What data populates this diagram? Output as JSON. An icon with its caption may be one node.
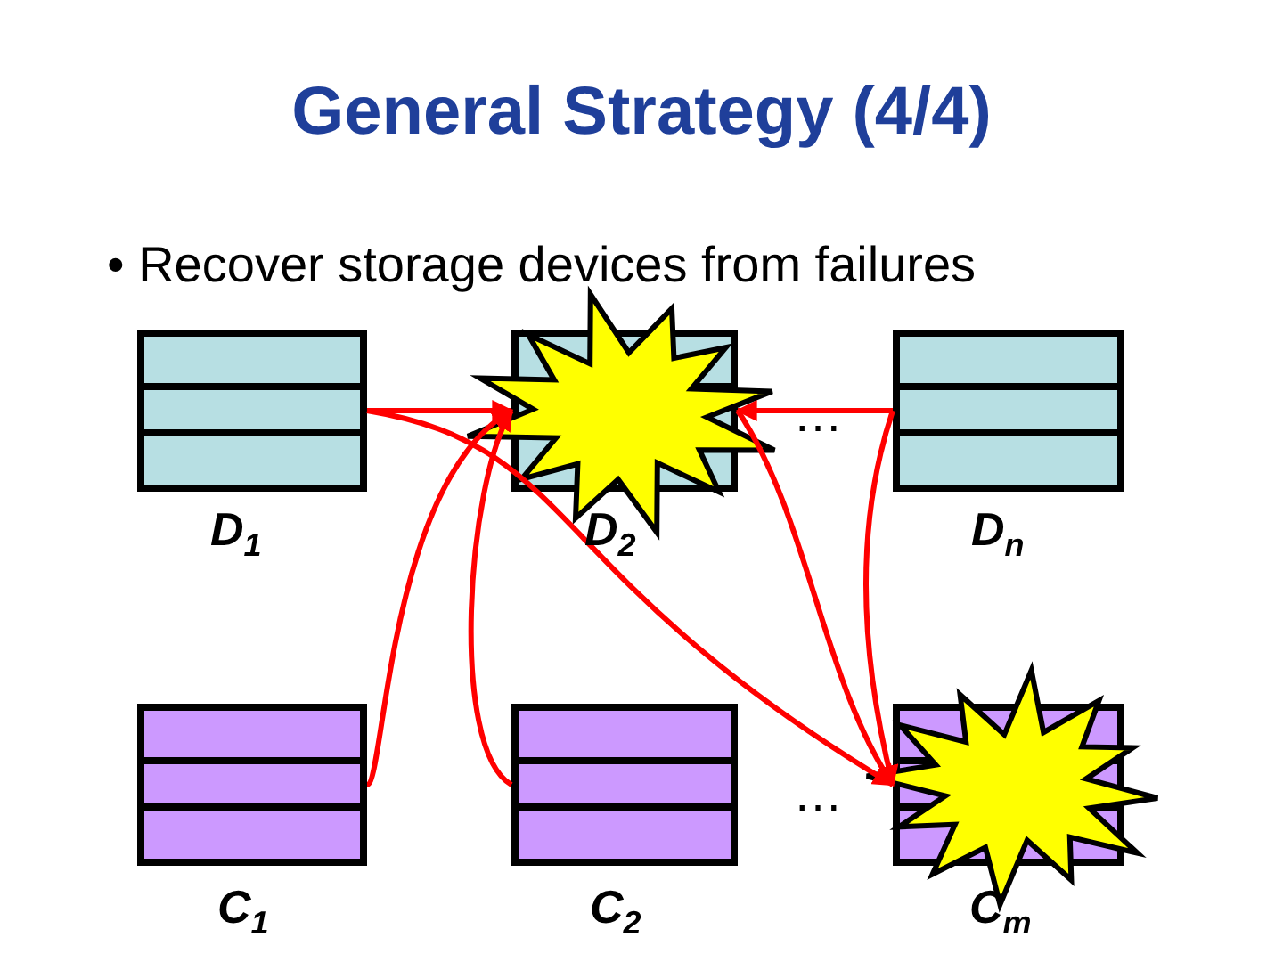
{
  "diagram": {
    "title": "General Strategy (4/4)",
    "nodes": [
      {
        "text": [],
        "shape": "box",
        "beside": [
          "D$_{1}$"
        ]
      },
      {
        "text": [],
        "shape": "box",
        "beside": [
          "D$_{2}$"
        ]
      },
      {
        "text": [],
        "shape": "box",
        "beside": [
          "D$_{n}$"
        ]
      },
      {
        "text": [],
        "shape": "box",
        "beside": [
          "C$_{1}$"
        ]
      },
      {
        "text": [],
        "shape": "box",
        "beside": [
          "C$_{2}$"
        ]
      },
      {
        "text": [],
        "shape": "box",
        "beside": [
          "C$_{m}$"
        ]
      }
    ],
    "edges": [
      {
        "from": 0,
        "to": 1,
        "arrow": "to"
      },
      {
        "from": 3,
        "to": 1,
        "arrow": "to"
      },
      {
        "from": 4,
        "to": 1,
        "arrow": "to"
      },
      {
        "from": 2,
        "to": 1,
        "arrow": "to"
      },
      {
        "from": 0,
        "to": 5,
        "arrow": "to"
      },
      {
        "from": 1,
        "to": 5,
        "arrow": "to"
      },
      {
        "from": 2,
        "to": 5,
        "arrow": "to"
      }
    ],
    "labels": [
      "• Recover storage devices from failures",
      "…",
      "…"
    ]
  }
}
